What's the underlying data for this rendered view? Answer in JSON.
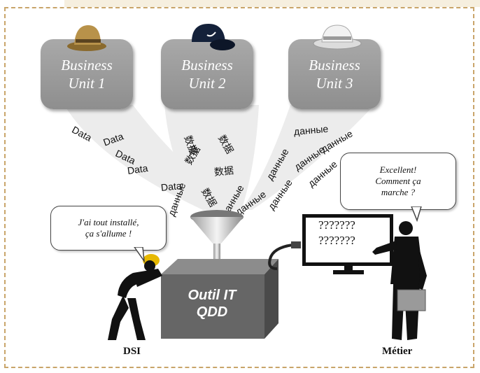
{
  "business_units": [
    {
      "line1": "Business",
      "line2": "Unit 1",
      "hat_icon": "safari-hat-icon"
    },
    {
      "line1": "Business",
      "line2": "Unit 2",
      "hat_icon": "baseball-cap-icon"
    },
    {
      "line1": "Business",
      "line2": "Unit 3",
      "hat_icon": "white-fedora-icon"
    }
  ],
  "data_words": {
    "english": "Data",
    "chinese": "数据",
    "russian": "данные"
  },
  "tool": {
    "line1": "Outil  IT",
    "line2": "QDD"
  },
  "speech": {
    "dsi": {
      "line1": "J'ai tout installé,",
      "line2": "ça s'allume !"
    },
    "metier": {
      "line1": "Excellent!",
      "line2": "Comment ça",
      "line3": "marche ?"
    }
  },
  "screen": {
    "line1": "???????",
    "line2": "???????"
  },
  "people": {
    "left": "DSI",
    "right": "Métier"
  },
  "colors": {
    "frame_border": "#c9a56a",
    "unit_fill": "#9b9b9b",
    "funnel": "#c8c8c8",
    "stream": "#eeeeee"
  }
}
